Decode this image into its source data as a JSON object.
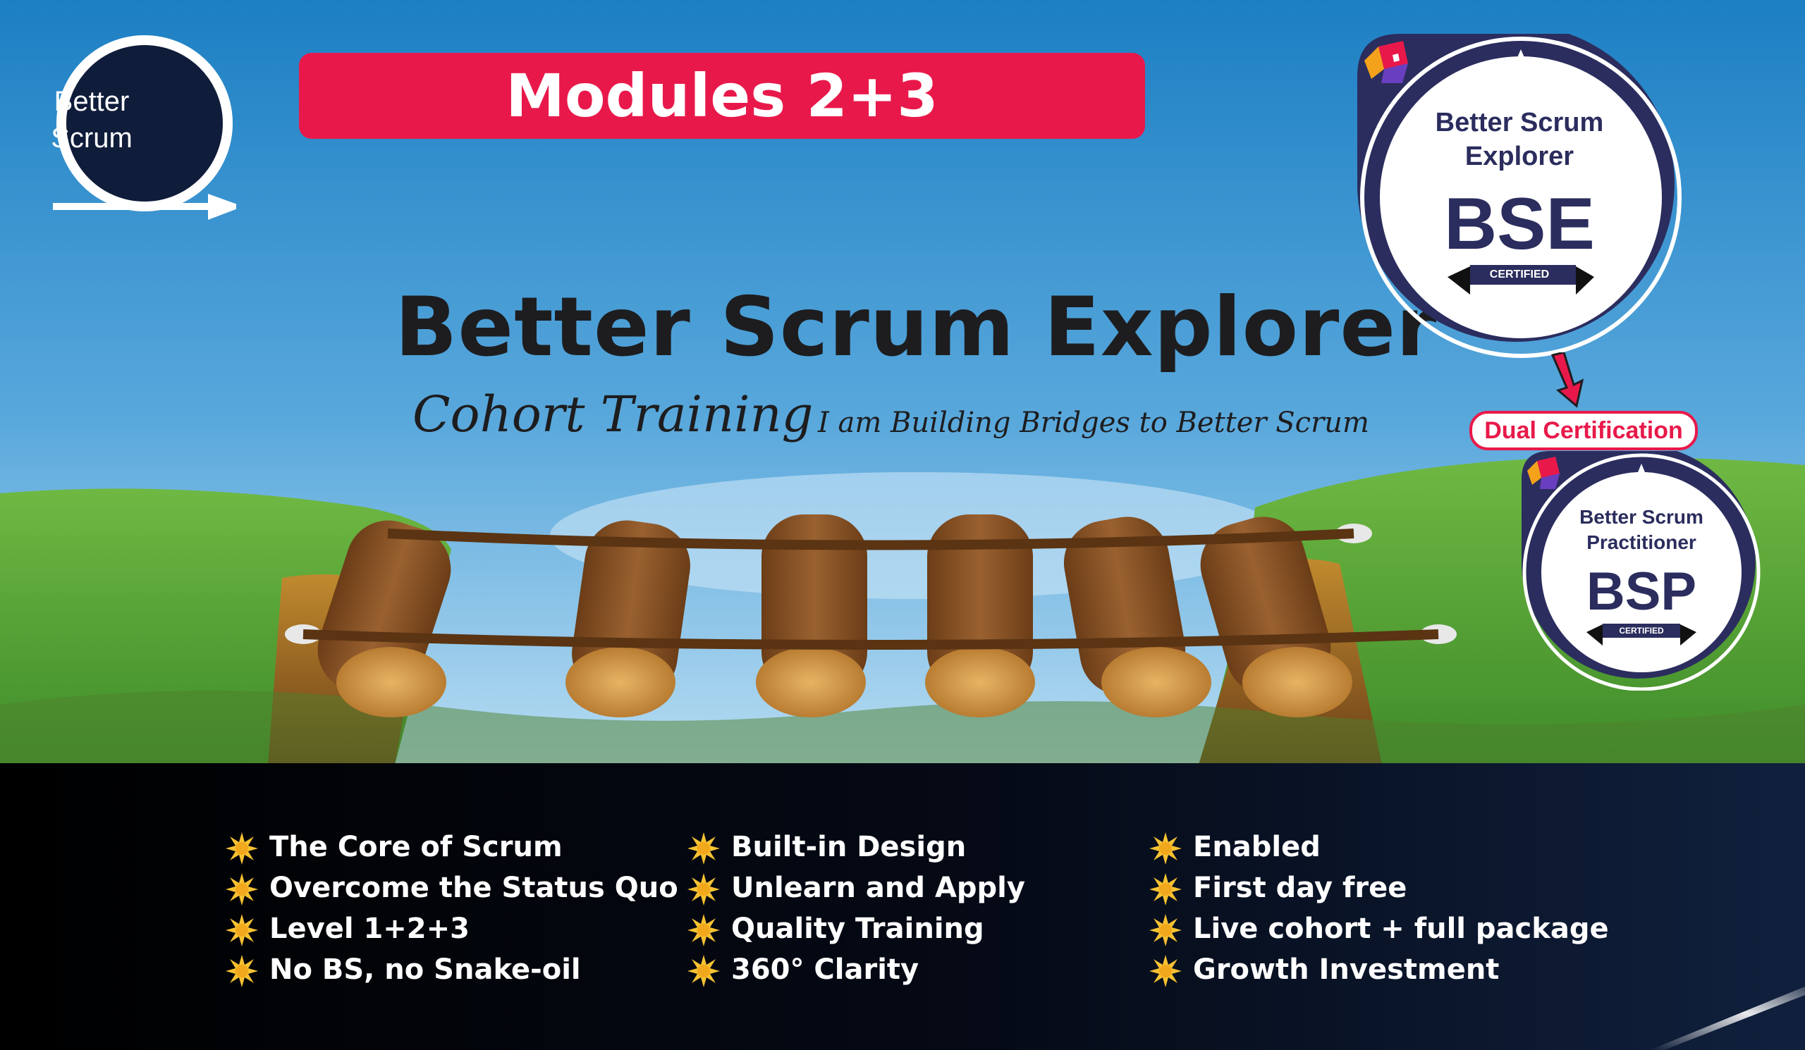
{
  "logo": {
    "line1": "Better",
    "line2": "Scrum"
  },
  "banner": {
    "label": "Modules 2+3"
  },
  "hero": {
    "title": "Better Scrum Explorer",
    "subtitle": "Cohort Training",
    "tagline": "I am Building Bridges to Better Scrum"
  },
  "badges": {
    "bse": {
      "line1": "Better Scrum",
      "line2": "Explorer",
      "code": "BSE",
      "certified": "CERTIFIED"
    },
    "bsp": {
      "line1": "Better Scrum",
      "line2": "Practitioner",
      "code": "BSP",
      "certified": "CERTIFIED"
    },
    "dual": "Dual Certification"
  },
  "features": {
    "col1": [
      "The Core of Scrum",
      "Overcome the Status Quo",
      "Level 1+2+3",
      "No BS, no Snake-oil"
    ],
    "col2": [
      "Built-in Design",
      "Unlearn and Apply",
      "Quality Training",
      "360° Clarity"
    ],
    "col3": [
      "Enabled",
      "First day free",
      "Live cohort + full package",
      "Growth Investment"
    ]
  },
  "colors": {
    "accent_red": "#e8194a",
    "navy": "#2b2d5e",
    "logo_navy": "#0f1c3a",
    "sky_top": "#1c7fc3",
    "sky_bottom": "#a9d4ef",
    "grass": "#5ea83a"
  },
  "icons": {
    "bullet": "sun-icon",
    "badge_mark": "star-icon"
  }
}
